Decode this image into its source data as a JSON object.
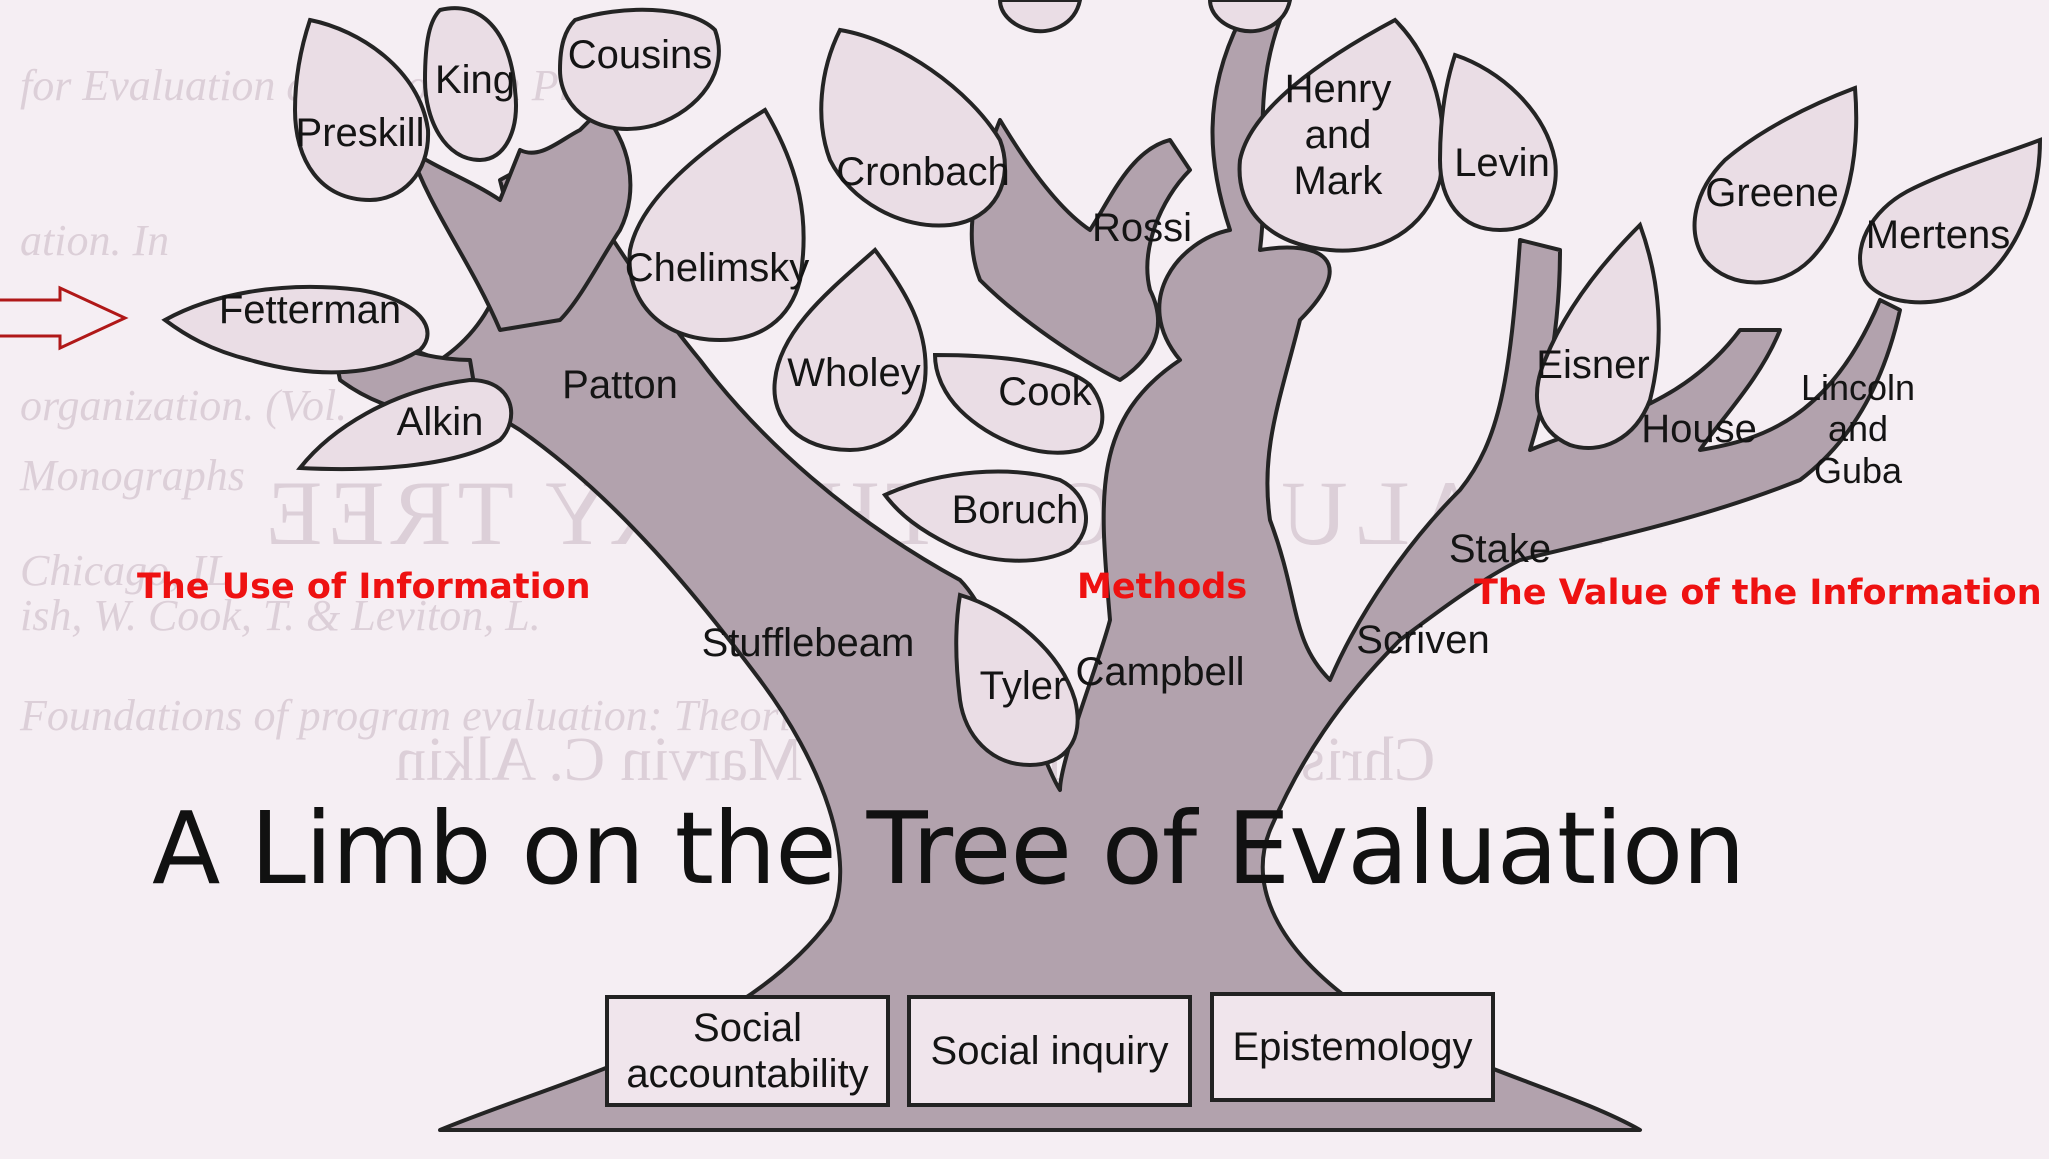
{
  "slide": {
    "title": "A Limb on the Tree of Evaluation"
  },
  "categories": {
    "use": "The Use of Information",
    "methods": "Methods",
    "value": "The Value of the Information",
    "color": "#ee1111"
  },
  "names": {
    "cousins": "Cousins",
    "king": "King",
    "preskill": "Preskill",
    "fetterman": "Fetterman",
    "alkin": "Alkin",
    "patton": "Patton",
    "chelimsky": "Chelimsky",
    "cronbach": "Cronbach",
    "wholey": "Wholey",
    "cook": "Cook",
    "boruch": "Boruch",
    "tyler": "Tyler",
    "stufflebeam": "Stufflebeam",
    "campbell": "Campbell",
    "rossi": "Rossi",
    "henry_and_mark": "Henry and Mark",
    "levin": "Levin",
    "greene": "Greene",
    "mertens": "Mertens",
    "eisner": "Eisner",
    "house": "House",
    "lincoln_and_guba": "Lincoln and Guba",
    "stake": "Stake",
    "scriven": "Scriven"
  },
  "roots": {
    "social_accountability": "Social accountability",
    "social_inquiry": "Social inquiry",
    "epistemology": "Epistemology"
  },
  "background_text": {
    "reversed_heading": "EVALUATION THEORY TREE",
    "reversed_authors": "Christina A. Christie and Marvin C. Alkin",
    "line1": "for Evaluation and Program Planning",
    "line2": "ation. In",
    "line3": "organization. (Vol.",
    "line4": "Monographs",
    "line5": "Chicago, IL",
    "line6": "ish, W. Cook, T. & Leviton, L.",
    "line7": "Foundations of program evaluation: Theories of practice."
  },
  "colors": {
    "trunk": "#b2a2ad",
    "leaf": "#eadde5",
    "outline": "#242424",
    "arrow": "#b01818",
    "background": "#f5eef3"
  }
}
